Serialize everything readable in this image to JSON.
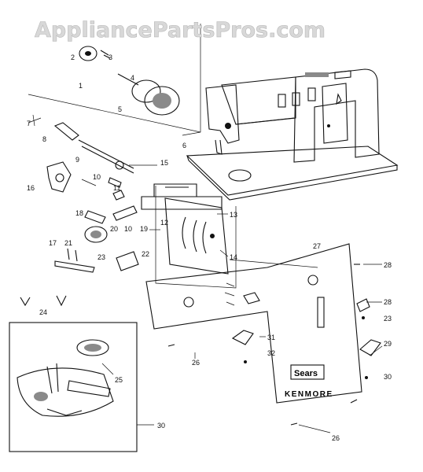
{
  "watermark": "AppliancePartsPros.com",
  "brand": {
    "badge": "Sears",
    "name": "KENMORE"
  },
  "callouts": [
    {
      "id": "c1",
      "text": "1"
    },
    {
      "id": "c2",
      "text": "2"
    },
    {
      "id": "c3",
      "text": "3"
    },
    {
      "id": "c4",
      "text": "4"
    },
    {
      "id": "c5",
      "text": "5"
    },
    {
      "id": "c6",
      "text": "6"
    },
    {
      "id": "c7",
      "text": "7"
    },
    {
      "id": "c8",
      "text": "8"
    },
    {
      "id": "c9",
      "text": "9"
    },
    {
      "id": "c10a",
      "text": "10"
    },
    {
      "id": "c10b",
      "text": "10"
    },
    {
      "id": "c11",
      "text": "11"
    },
    {
      "id": "c12",
      "text": "12"
    },
    {
      "id": "c13",
      "text": "13"
    },
    {
      "id": "c14",
      "text": "14"
    },
    {
      "id": "c15",
      "text": "15"
    },
    {
      "id": "c16",
      "text": "16"
    },
    {
      "id": "c17",
      "text": "17"
    },
    {
      "id": "c18",
      "text": "18"
    },
    {
      "id": "c19",
      "text": "19"
    },
    {
      "id": "c20",
      "text": "20"
    },
    {
      "id": "c21",
      "text": "21"
    },
    {
      "id": "c22",
      "text": "22"
    },
    {
      "id": "c23a",
      "text": "23"
    },
    {
      "id": "c23b",
      "text": "23"
    },
    {
      "id": "c24",
      "text": "24"
    },
    {
      "id": "c25",
      "text": "25"
    },
    {
      "id": "c26a",
      "text": "26"
    },
    {
      "id": "c26b",
      "text": "26"
    },
    {
      "id": "c27",
      "text": "27"
    },
    {
      "id": "c28a",
      "text": "28"
    },
    {
      "id": "c28b",
      "text": "28"
    },
    {
      "id": "c29",
      "text": "29"
    },
    {
      "id": "c30a",
      "text": "30"
    },
    {
      "id": "c30b",
      "text": "30"
    },
    {
      "id": "c31",
      "text": "31"
    },
    {
      "id": "c32",
      "text": "32"
    }
  ]
}
